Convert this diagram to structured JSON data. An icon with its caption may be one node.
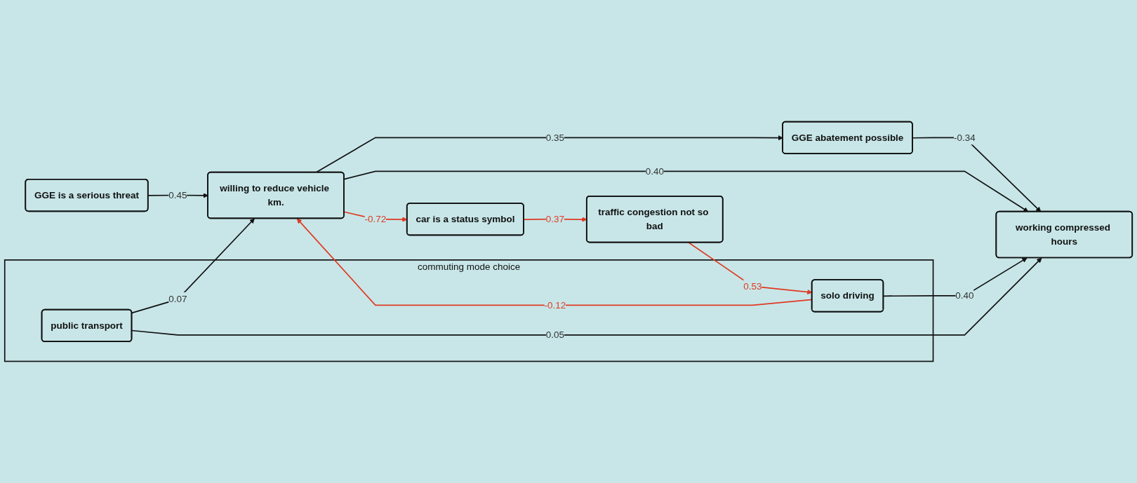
{
  "diagram": {
    "nodes": [
      {
        "text": [
          "GGE is a serious threat"
        ]
      },
      {
        "text": [
          "working compressed hours"
        ]
      },
      {
        "text": [
          "GGE abatement possible"
        ]
      },
      {
        "text": [
          "willing to reduce vehicle km."
        ]
      },
      {
        "text": [
          "car is a status symbol"
        ]
      },
      {
        "text": [
          "commuting mode choice"
        ]
      },
      {
        "text": [
          "solo driving"
        ],
        "in": 5
      },
      {
        "text": [
          "public transport"
        ],
        "in": 5
      },
      {
        "text": [
          "traffic congestion not so bad"
        ]
      }
    ],
    "edges": [
      {
        "from": 0,
        "to": 3,
        "arrow": "to",
        "label": "0.45"
      },
      {
        "from": 2,
        "to": 1,
        "arrow": "to",
        "label": "-0.34"
      },
      {
        "from": 3,
        "to": 2,
        "arrow": "to",
        "label": "0.35"
      },
      {
        "from": 3,
        "to": 1,
        "arrow": "to",
        "label": "0.40"
      },
      {
        "from": 6,
        "to": 1,
        "arrow": "to",
        "label": "0.40"
      },
      {
        "from": 7,
        "to": 1,
        "arrow": "to",
        "label": "0.05"
      },
      {
        "from": 7,
        "to": 3,
        "arrow": "to",
        "label": "0.07"
      },
      {
        "from": 3,
        "to": 4,
        "arrow": "to",
        "label": "-0.72",
        "color": "#e03a22"
      },
      {
        "from": 6,
        "to": 3,
        "arrow": "to",
        "label": "-0.12",
        "color": "#e03a22"
      },
      {
        "from": 4,
        "to": 8,
        "arrow": "to",
        "label": "0.37",
        "color": "#e03a22"
      },
      {
        "from": 8,
        "to": 6,
        "arrow": "to",
        "label": "0.53",
        "color": "#e03a22"
      }
    ]
  }
}
